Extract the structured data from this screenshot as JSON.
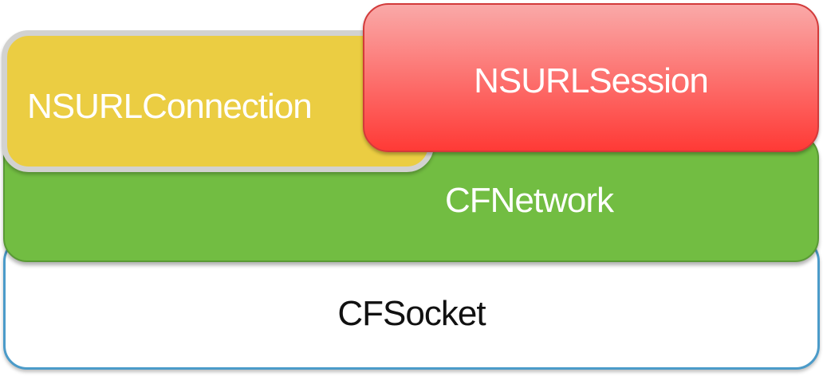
{
  "layers": {
    "socket": {
      "label": "CFSocket",
      "border_color": "#4b9bc9",
      "fill": "#ffffff"
    },
    "network": {
      "label": "CFNetwork",
      "fill": "#72bd42"
    },
    "connection": {
      "label": "NSURLConnection",
      "fill": "#ebcd42"
    },
    "session": {
      "label": "NSURLSession",
      "fill": "#ff3a36"
    }
  }
}
